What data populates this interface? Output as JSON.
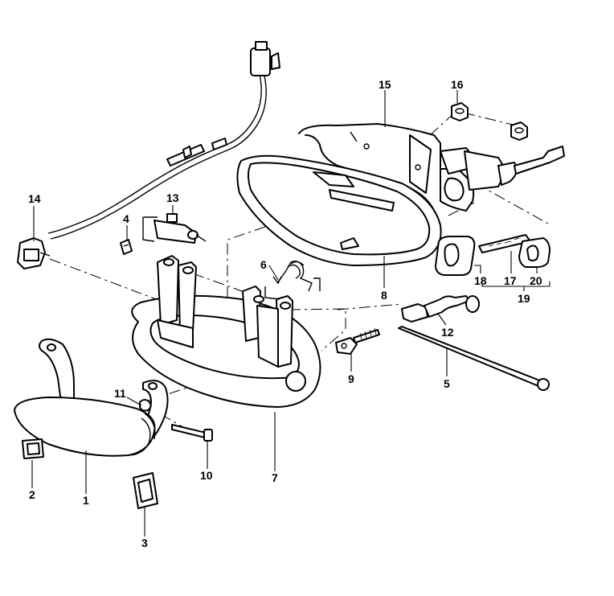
{
  "callouts": [
    {
      "id": "c1",
      "text": "1"
    },
    {
      "id": "c2",
      "text": "2"
    },
    {
      "id": "c3",
      "text": "3"
    },
    {
      "id": "c4",
      "text": "4"
    },
    {
      "id": "c5",
      "text": "5"
    },
    {
      "id": "c6",
      "text": "6"
    },
    {
      "id": "c7",
      "text": "7"
    },
    {
      "id": "c8",
      "text": "8"
    },
    {
      "id": "c9",
      "text": "9"
    },
    {
      "id": "c10",
      "text": "10"
    },
    {
      "id": "c11",
      "text": "11"
    },
    {
      "id": "c12",
      "text": "12"
    },
    {
      "id": "c13",
      "text": "13"
    },
    {
      "id": "c14",
      "text": "14"
    },
    {
      "id": "c15",
      "text": "15"
    },
    {
      "id": "c16",
      "text": "16"
    },
    {
      "id": "c17",
      "text": "17"
    },
    {
      "id": "c18",
      "text": "18"
    },
    {
      "id": "c19",
      "text": "19"
    },
    {
      "id": "c20",
      "text": "20"
    }
  ]
}
